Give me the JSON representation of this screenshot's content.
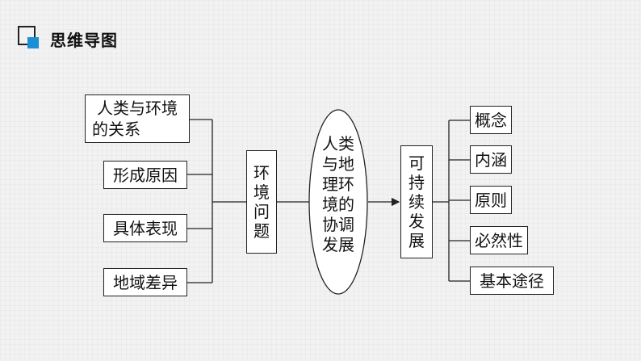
{
  "header": {
    "title": "思维导图"
  },
  "center": {
    "text": "人类与地理环境的协调发展"
  },
  "left_node": {
    "text": "环境问题"
  },
  "right_node": {
    "text": "可持续发展"
  },
  "left_items": [
    {
      "line1": "人类与环境",
      "line2": "的关系"
    },
    {
      "label": "形成原因"
    },
    {
      "label": "具体表现"
    },
    {
      "label": "地域差异"
    }
  ],
  "right_items": [
    "概念",
    "内涵",
    "原则",
    "必然性",
    "基本途径"
  ],
  "colors": {
    "accent": "#1a8fd6",
    "line": "#222222"
  }
}
